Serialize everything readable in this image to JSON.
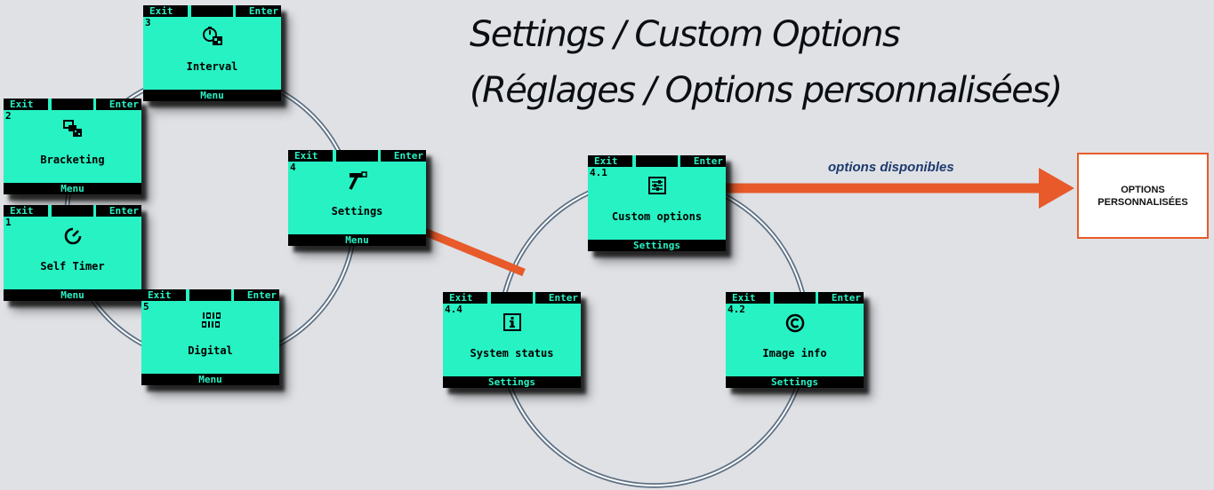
{
  "title": {
    "line1": "Settings / Custom Options",
    "line2": "(Réglages / Options personnalisées)"
  },
  "colors": {
    "screen": "#27f2c3",
    "screen_bar": "#000000",
    "connector": "#e85a2a",
    "ring": "#5d7084",
    "caption": "#1e3a6e"
  },
  "screens": {
    "interval": {
      "exit": "Exit",
      "enter": "Enter",
      "number": "3",
      "icon": "interval-timer-icon",
      "label": "Interval",
      "footer": "Menu"
    },
    "bracketing": {
      "exit": "Exit",
      "enter": "Enter",
      "number": "2",
      "icon": "bracketing-icon",
      "label": "Bracketing",
      "footer": "Menu"
    },
    "self_timer": {
      "exit": "Exit",
      "enter": "Enter",
      "number": "1",
      "icon": "self-timer-icon",
      "label": "Self Timer",
      "footer": "Menu"
    },
    "settings": {
      "exit": "Exit",
      "enter": "Enter",
      "number": "4",
      "icon": "hammer-icon",
      "label": "Settings",
      "footer": "Menu"
    },
    "digital": {
      "exit": "Exit",
      "enter": "Enter",
      "number": "5",
      "icon": "binary-icon",
      "label": "Digital",
      "footer": "Menu"
    },
    "custom_options": {
      "exit": "Exit",
      "enter": "Enter",
      "number": "4.1",
      "icon": "sliders-icon",
      "label": "Custom options",
      "footer": "Settings"
    },
    "system_status": {
      "exit": "Exit",
      "enter": "Enter",
      "number": "4.4",
      "icon": "info-icon",
      "label": "System status",
      "footer": "Settings"
    },
    "image_info": {
      "exit": "Exit",
      "enter": "Enter",
      "number": "4.2",
      "icon": "copyright-icon",
      "label": "Image info",
      "footer": "Settings"
    }
  },
  "arrow": {
    "caption": "options disponibles"
  },
  "destination": {
    "label": "OPTIONS PERSONNALISÉES"
  }
}
